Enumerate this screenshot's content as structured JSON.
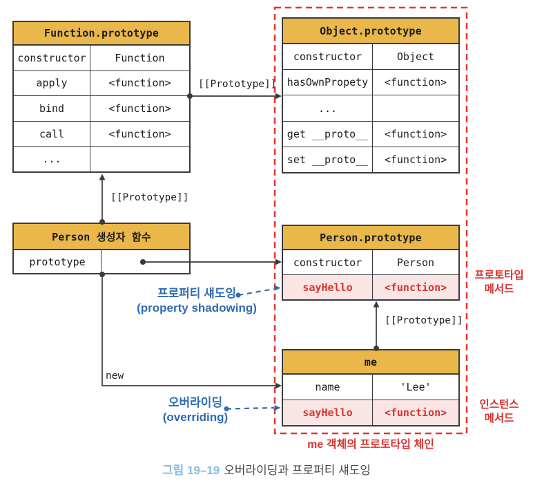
{
  "colors": {
    "header_gold": "#E9B74A",
    "highlight_pink": "#FAE5E5",
    "accent_red": "#D8332E",
    "dashed_border_red": "#E8342C",
    "annotation_blue": "#2E6CB3",
    "caption_light_blue": "#85BCE4"
  },
  "tables": {
    "function_prototype": {
      "title": "Function.prototype",
      "rows": [
        {
          "key": "constructor",
          "value": "Function"
        },
        {
          "key": "apply",
          "value": "<function>"
        },
        {
          "key": "bind",
          "value": "<function>"
        },
        {
          "key": "call",
          "value": "<function>"
        },
        {
          "key": "...",
          "value": ""
        }
      ]
    },
    "object_prototype": {
      "title": "Object.prototype",
      "rows": [
        {
          "key": "constructor",
          "value": "Object"
        },
        {
          "key": "hasOwnPropety",
          "value": "<function>"
        },
        {
          "key": "...",
          "value": ""
        },
        {
          "key": "get __proto__",
          "value": "<function>"
        },
        {
          "key": "set __proto__",
          "value": "<function>"
        }
      ]
    },
    "person_constructor": {
      "title": "Person 생성자 함수",
      "rows": [
        {
          "key": "prototype",
          "value": ""
        }
      ]
    },
    "person_prototype": {
      "title": "Person.prototype",
      "rows": [
        {
          "key": "constructor",
          "value": "Person"
        },
        {
          "key": "sayHello",
          "value": "<function>"
        }
      ]
    },
    "me": {
      "title": "me",
      "rows": [
        {
          "key": "name",
          "value": "'Lee'"
        },
        {
          "key": "sayHello",
          "value": "<function>"
        }
      ]
    }
  },
  "edges": {
    "prototype_label": "[[Prototype]]",
    "new_label": "new"
  },
  "annotations": {
    "shadowing_line1": "프로퍼티 섀도잉",
    "shadowing_line2": "(property shadowing)",
    "overriding_line1": "오버라이딩",
    "overriding_line2": "(overriding)",
    "prototype_method_line1": "프로토타입",
    "prototype_method_line2": "메서드",
    "instance_method_line1": "인스턴스",
    "instance_method_line2": "메서드",
    "chain_label": "me 객체의 프로토타입 체인"
  },
  "caption": {
    "figure_no": "그림 19–19",
    "text": "오버라이딩과 프로퍼티 섀도잉"
  }
}
